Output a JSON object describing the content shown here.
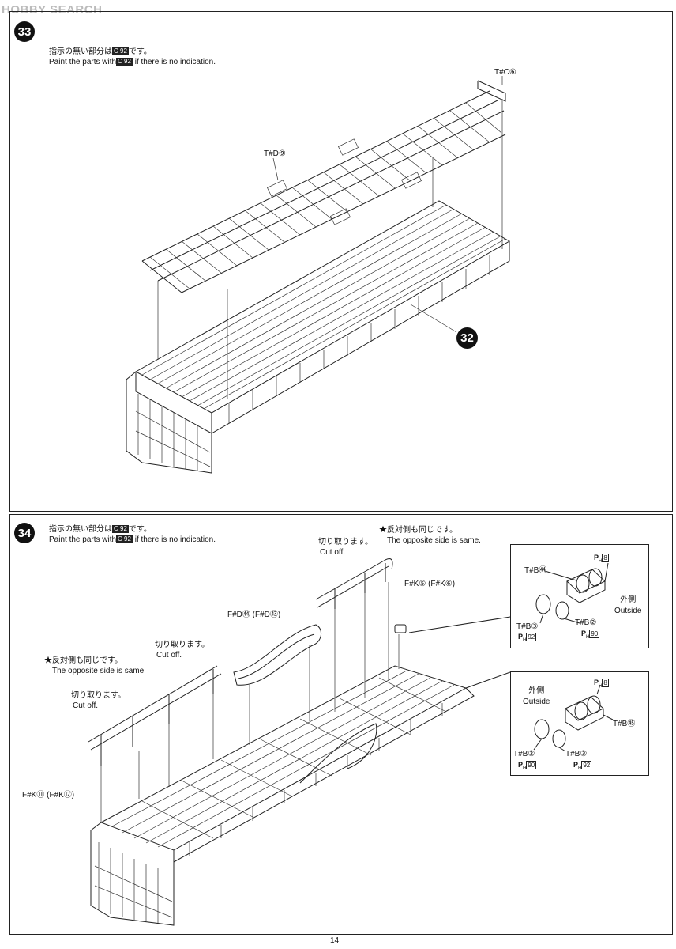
{
  "watermark": "HOBBY SEARCH",
  "page_number": "14",
  "step33": {
    "number": "33",
    "note_jp": "指示の無い部分は",
    "note_jp_tail": "です。",
    "note_en_pre": "Paint the parts with",
    "note_en_post": " if there is no indication.",
    "paint_code": "92",
    "label_tc": "T#C⑥",
    "label_td": "T#D⑨",
    "callout": "32"
  },
  "step34": {
    "number": "34",
    "note_jp": "指示の無い部分は",
    "note_jp_tail": "です。",
    "note_en_pre": "Paint the parts with",
    "note_en_post": " if there is no indication.",
    "paint_code": "92",
    "opposite_jp_1": "★反対側も同じです。",
    "opposite_en_1": "The opposite side is same.",
    "cutoff_jp_1": "切り取ります。",
    "cutoff_en_1": "Cut off.",
    "label_fk56": "F#K⑤ (F#K⑥)",
    "label_fd": "F#D㊹ (F#D㊸)",
    "cutoff_jp_2": "切り取ります。",
    "cutoff_en_2": "Cut off.",
    "opposite_jp_2": "★反対側も同じです。",
    "opposite_en_2": "The opposite side is same.",
    "cutoff_jp_3": "切り取ります。",
    "cutoff_en_3": "Cut off.",
    "label_fk1112": "F#K⑪ (F#K⑫)",
    "inset_top": {
      "label_tb54": "T#B㊹",
      "label_ph8": "8",
      "label_tb3": "T#B③",
      "label_ph92": "92",
      "label_tb2": "T#B②",
      "label_ph90": "90",
      "outside_jp": "外側",
      "outside_en": "Outside"
    },
    "inset_bottom": {
      "label_ph8": "8",
      "outside_jp": "外側",
      "outside_en": "Outside",
      "label_tb55": "T#B㊺",
      "label_tb2": "T#B②",
      "label_ph90": "90",
      "label_tb3": "T#B③",
      "label_ph92": "92"
    }
  }
}
